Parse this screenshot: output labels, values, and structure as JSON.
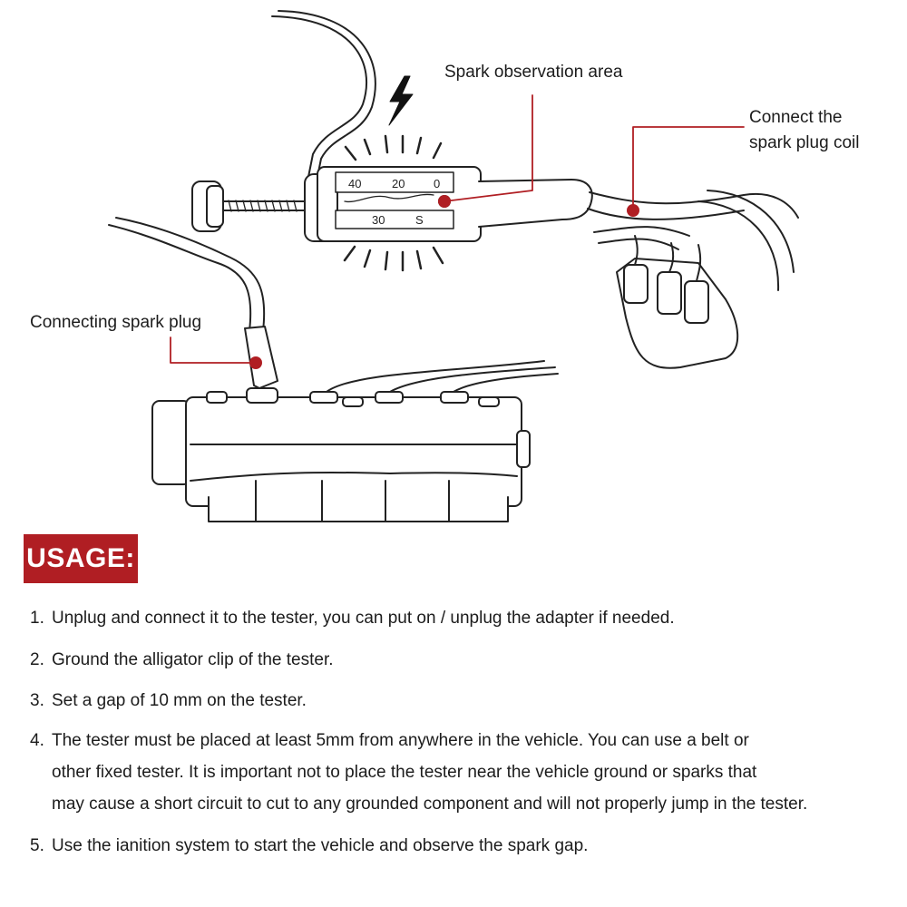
{
  "callouts": {
    "spark_area": "Spark observation area",
    "coil": [
      "Connect the",
      "spark plug coil"
    ],
    "plug": "Connecting spark plug"
  },
  "tester_scale": {
    "top": [
      "40",
      "20",
      "0"
    ],
    "bottom": [
      "30",
      "S"
    ]
  },
  "usage": {
    "title": "USAGE:",
    "steps": [
      {
        "num": "1.",
        "lines": [
          "Unplug and connect it to the tester, you can put on / unplug the adapter if needed."
        ]
      },
      {
        "num": "2.",
        "lines": [
          "Ground the alligator clip of the tester."
        ]
      },
      {
        "num": "3.",
        "lines": [
          "Set a gap of 10 mm on the tester."
        ]
      },
      {
        "num": "4.",
        "lines": [
          "The tester must be placed at least 5mm from anywhere in the vehicle. You can use a belt or",
          "other fixed tester. It is important not to place the tester near the vehicle ground or sparks that",
          "may cause a short circuit to cut to any grounded component and will not properly jump in the tester."
        ]
      },
      {
        "num": "5.",
        "lines": [
          "Use the ianition system to start the vehicle and observe the spark gap."
        ]
      }
    ]
  },
  "colors": {
    "accent": "#b01e23",
    "line": "#222222"
  },
  "icons": [
    "lightning-icon",
    "spark-rays"
  ]
}
